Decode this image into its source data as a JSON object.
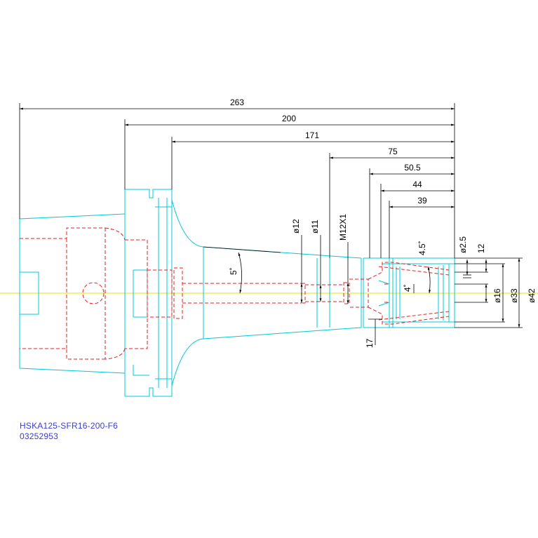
{
  "colors": {
    "outline": "#00c8d8",
    "hidden": "#e02020",
    "centerline": "#e6e600",
    "dimension": "#000000",
    "caption": "#3b3bd6"
  },
  "dimensions": {
    "d263": "263",
    "d200": "200",
    "d171": "171",
    "d75": "75",
    "d50_5": "50.5",
    "d44": "44",
    "d39": "39",
    "dia12": "ø12",
    "dia11": "ø11",
    "thread": "M12X1",
    "angle5": "5˚",
    "angle4_5": "4.5˚",
    "angle4": "4˚",
    "dia2_5": "ø2.5",
    "d12": "12",
    "dia16": "ø16",
    "dia33": "ø33",
    "dia42": "ø42",
    "d17": "17"
  },
  "caption": {
    "part_number": "HSKA125-SFR16-200-F6",
    "code": "03252953"
  }
}
